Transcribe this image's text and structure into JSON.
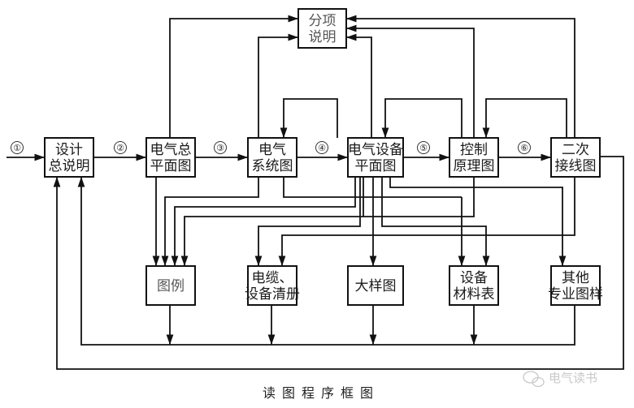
{
  "title": "读图程序框图",
  "watermark": "电气读书",
  "colors": {
    "line": "#111111",
    "box_fill": "#ffffff",
    "watermark": "#c9c9c9"
  },
  "nodes": {
    "fenxiang": {
      "lines": [
        "分项",
        "说明"
      ],
      "name": "分项说明"
    },
    "sheji": {
      "lines": [
        "设计",
        "总说明"
      ],
      "name": "设计总说明"
    },
    "zongping": {
      "lines": [
        "电气总",
        "平面图"
      ],
      "name": "电气总平面图"
    },
    "xitong": {
      "lines": [
        "电气",
        "系统图"
      ],
      "name": "电气系统图"
    },
    "shebeiping": {
      "lines": [
        "电气设备",
        "平面图"
      ],
      "name": "电气设备平面图"
    },
    "kongzhi": {
      "lines": [
        "控制",
        "原理图"
      ],
      "name": "控制原理图"
    },
    "erci": {
      "lines": [
        "二次",
        "接线图"
      ],
      "name": "二次接线图"
    },
    "tuli": {
      "lines": [
        "图例"
      ],
      "name": "图例"
    },
    "dianlan": {
      "lines": [
        "电缆、",
        "设备清册"
      ],
      "name": "电缆、设备清册"
    },
    "dayang": {
      "lines": [
        "大样图"
      ],
      "name": "大样图"
    },
    "cailiao": {
      "lines": [
        "设备",
        "材料表"
      ],
      "name": "设备材料表"
    },
    "qita": {
      "lines": [
        "其他",
        "专业图样"
      ],
      "name": "其他专业图样"
    }
  },
  "steps": [
    "①",
    "②",
    "③",
    "④",
    "⑤",
    "⑥"
  ]
}
